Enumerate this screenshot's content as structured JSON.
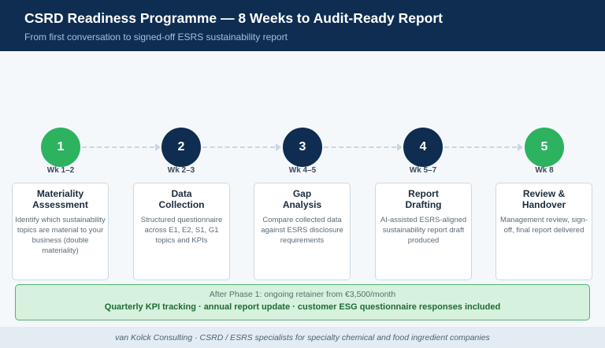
{
  "header": {
    "title": "CSRD Readiness Programme — 8 Weeks to Audit-Ready Report",
    "subtitle": "From first conversation to signed-off ESRS sustainability report"
  },
  "steps": [
    {
      "number": "1",
      "week": "Wk 1–2",
      "title": "Materiality\nAssessment",
      "description": "Identify which sustainability topics are material to your business (double materiality)",
      "color": "#2db260"
    },
    {
      "number": "2",
      "week": "Wk 2–3",
      "title": "Data\nCollection",
      "description": "Structured questionnaire across E1, E2, S1, G1 topics and KPIs",
      "color": "#0e2d50"
    },
    {
      "number": "3",
      "week": "Wk 4–5",
      "title": "Gap\nAnalysis",
      "description": "Compare collected data against ESRS disclosure requirements",
      "color": "#0e2d50"
    },
    {
      "number": "4",
      "week": "Wk 5–7",
      "title": "Report\nDrafting",
      "description": "AI-assisted ESRS-aligned sustainability report draft produced",
      "color": "#0e2d50"
    },
    {
      "number": "5",
      "week": "Wk 8",
      "title": "Review &\nHandover",
      "description": "Management review, sign-off, final report delivered",
      "color": "#2db260"
    }
  ],
  "retainer": {
    "line1": "After Phase 1: ongoing retainer from €3,500/month",
    "line2": "Quarterly KPI tracking · annual report update · customer ESG questionnaire responses included"
  },
  "footer": {
    "text": "van Kolck Consulting · CSRD / ESRS specialists for specialty chemical and food ingredient companies"
  }
}
